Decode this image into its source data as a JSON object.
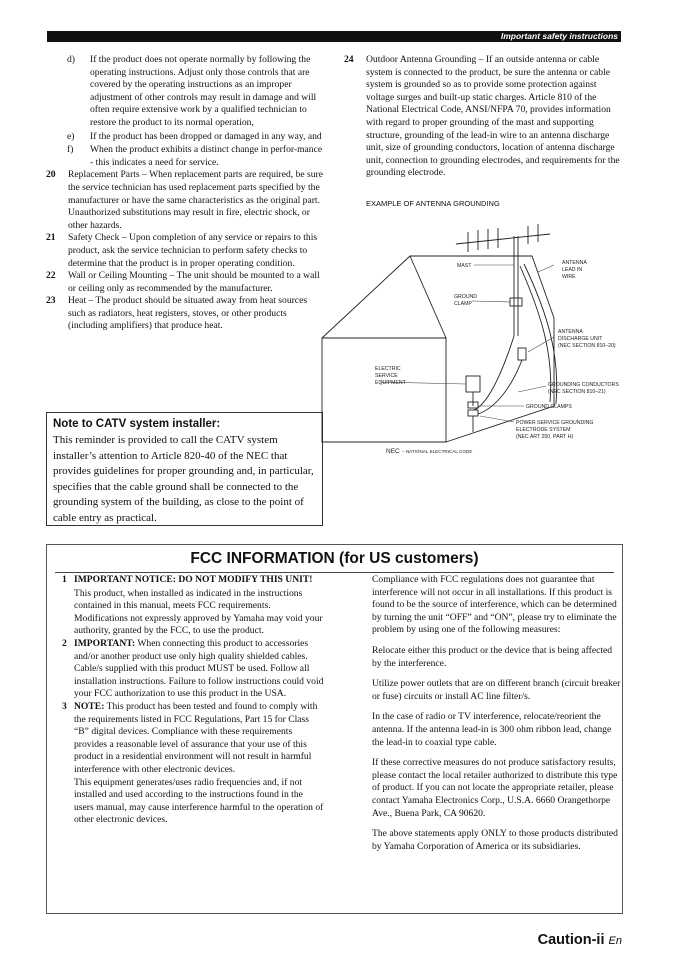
{
  "header": {
    "section_title": "Important safety instructions"
  },
  "left_col": {
    "sub_items": [
      {
        "label": "d)",
        "text": "If the product does not operate normally by following the operating instructions. Adjust only those controls that are covered by the operating instructions as an improper adjustment of other controls may result in damage and will often require extensive work by a qualified technician to restore the product to its normal operation,"
      },
      {
        "label": "e)",
        "text": "If the product has been dropped or damaged in any way, and"
      },
      {
        "label": "f)",
        "text": "When the product exhibits a distinct change in perfor-mance - this indicates a need for service."
      }
    ],
    "items": [
      {
        "num": "20",
        "text": "Replacement Parts – When replacement parts are required, be sure the service technician has used replacement parts specified by the manufacturer or have the same characteristics as the original part. Unauthorized substitutions may result in fire, electric shock, or other hazards."
      },
      {
        "num": "21",
        "text": "Safety Check – Upon completion of any service or repairs to this product, ask the service technician to perform safety checks to determine that the product is in proper operating condition."
      },
      {
        "num": "22",
        "text": "Wall or Ceiling Mounting – The unit should be mounted to a wall or ceiling only as recommended by the manufacturer."
      },
      {
        "num": "23",
        "text": "Heat – The product should be situated away from heat sources such as radiators, heat registers, stoves, or other products (including amplifiers) that produce heat."
      }
    ]
  },
  "right_col": {
    "item24": {
      "num": "24",
      "text": "Outdoor Antenna Grounding – If an outside antenna or cable system is connected to the product, be sure the antenna or cable system is grounded so as to provide some protection against voltage surges and built-up static charges. Article 810 of the National Electrical Code, ANSI/NFPA 70, provides information with regard to proper grounding of the mast and supporting structure, grounding of the lead-in wire to an antenna discharge unit, size of grounding conductors, location of antenna discharge unit, connection to grounding electrodes, and requirements for the grounding electrode."
    }
  },
  "diagram": {
    "title": "EXAMPLE OF ANTENNA GROUNDING",
    "labels": {
      "mast": "MAST",
      "antenna_lead_1": "ANTENNA",
      "antenna_lead_2": "LEAD IN",
      "antenna_lead_3": "WIRE",
      "ground_clamp_1": "GROUND",
      "ground_clamp_2": "CLAMP",
      "discharge_1": "ANTENNA",
      "discharge_2": "DISCHARGE UNIT",
      "discharge_3": "(NEC SECTION 810–20)",
      "electric_1": "ELECTRIC",
      "electric_2": "SERVICE",
      "electric_3": "EQUIPMENT",
      "conductors_1": "GROUNDING CONDUCTORS",
      "conductors_2": "(NEC SECTION 810–21)",
      "ground_clamps": "GROUND CLAMPS",
      "power_1": "POWER SERVICE GROUNDING",
      "power_2": "ELECTRODE SYSTEM",
      "power_3": "(NEC ART 250, PART H)",
      "nec_abbr": "NEC",
      "nec_full": "– NATIONAL ELECTRICAL CODE"
    }
  },
  "catv_note": {
    "title": "Note to CATV system installer:",
    "body": "This reminder is provided to call the CATV system installer’s attention to Article 820-40 of the NEC that provides guidelines for proper grounding and, in particular, specifies that the cable ground shall be connected to the grounding system of the building, as close to the point of cable entry as practical."
  },
  "fcc": {
    "title": "FCC INFORMATION (for US customers)",
    "items": [
      {
        "num": "1",
        "heading": "IMPORTANT NOTICE: DO NOT MODIFY THIS UNIT!",
        "body": "This product, when installed as indicated in the instructions contained in this manual, meets FCC requirements. Modifications not expressly approved by Yamaha may void your authority, granted by the FCC, to use the product."
      },
      {
        "num": "2",
        "heading": "IMPORTANT:",
        "body": "When connecting this product to accessories and/or another product use only high quality shielded cables. Cable/s supplied with this product MUST be used. Follow all installation instructions. Failure to follow instructions could void your FCC authorization to use this product in the USA."
      },
      {
        "num": "3",
        "heading": "NOTE:",
        "body": "This product has been tested and found to comply with the requirements listed in FCC Regulations, Part 15 for Class “B” digital devices. Compliance with these requirements provides a reasonable level of assurance that your use of this product in a residential environment will not result in harmful interference with other electronic devices.",
        "body2": "This equipment generates/uses radio frequencies and, if not installed and used according to the instructions found in the users manual, may cause interference harmful to the operation of other electronic devices."
      }
    ],
    "right_paragraphs": [
      "Compliance with FCC regulations does not guarantee that interference will not occur in all installations. If this product is found to be the source of interference, which can be determined by turning the unit “OFF” and “ON”, please try to eliminate the problem by using one of the following measures:",
      "Relocate either this product or the device that is being affected by the interference.",
      "Utilize power outlets that are on different branch (circuit breaker or fuse) circuits or install AC line filter/s.",
      "In the case of radio or TV interference, relocate/reorient the antenna. If the antenna lead-in is 300 ohm ribbon lead, change the lead-in to coaxial type cable.",
      "If these corrective measures do not produce satisfactory results, please contact the local retailer authorized to distribute this type of product. If you can not locate the appropriate retailer, please contact Yamaha Electronics Corp., U.S.A. 6660 Orangethorpe Ave., Buena Park, CA 90620.",
      "The above statements apply ONLY to those products distributed by Yamaha Corporation of America or its subsidiaries."
    ]
  },
  "footer": {
    "page": "Caution-ii",
    "lang": "En"
  }
}
